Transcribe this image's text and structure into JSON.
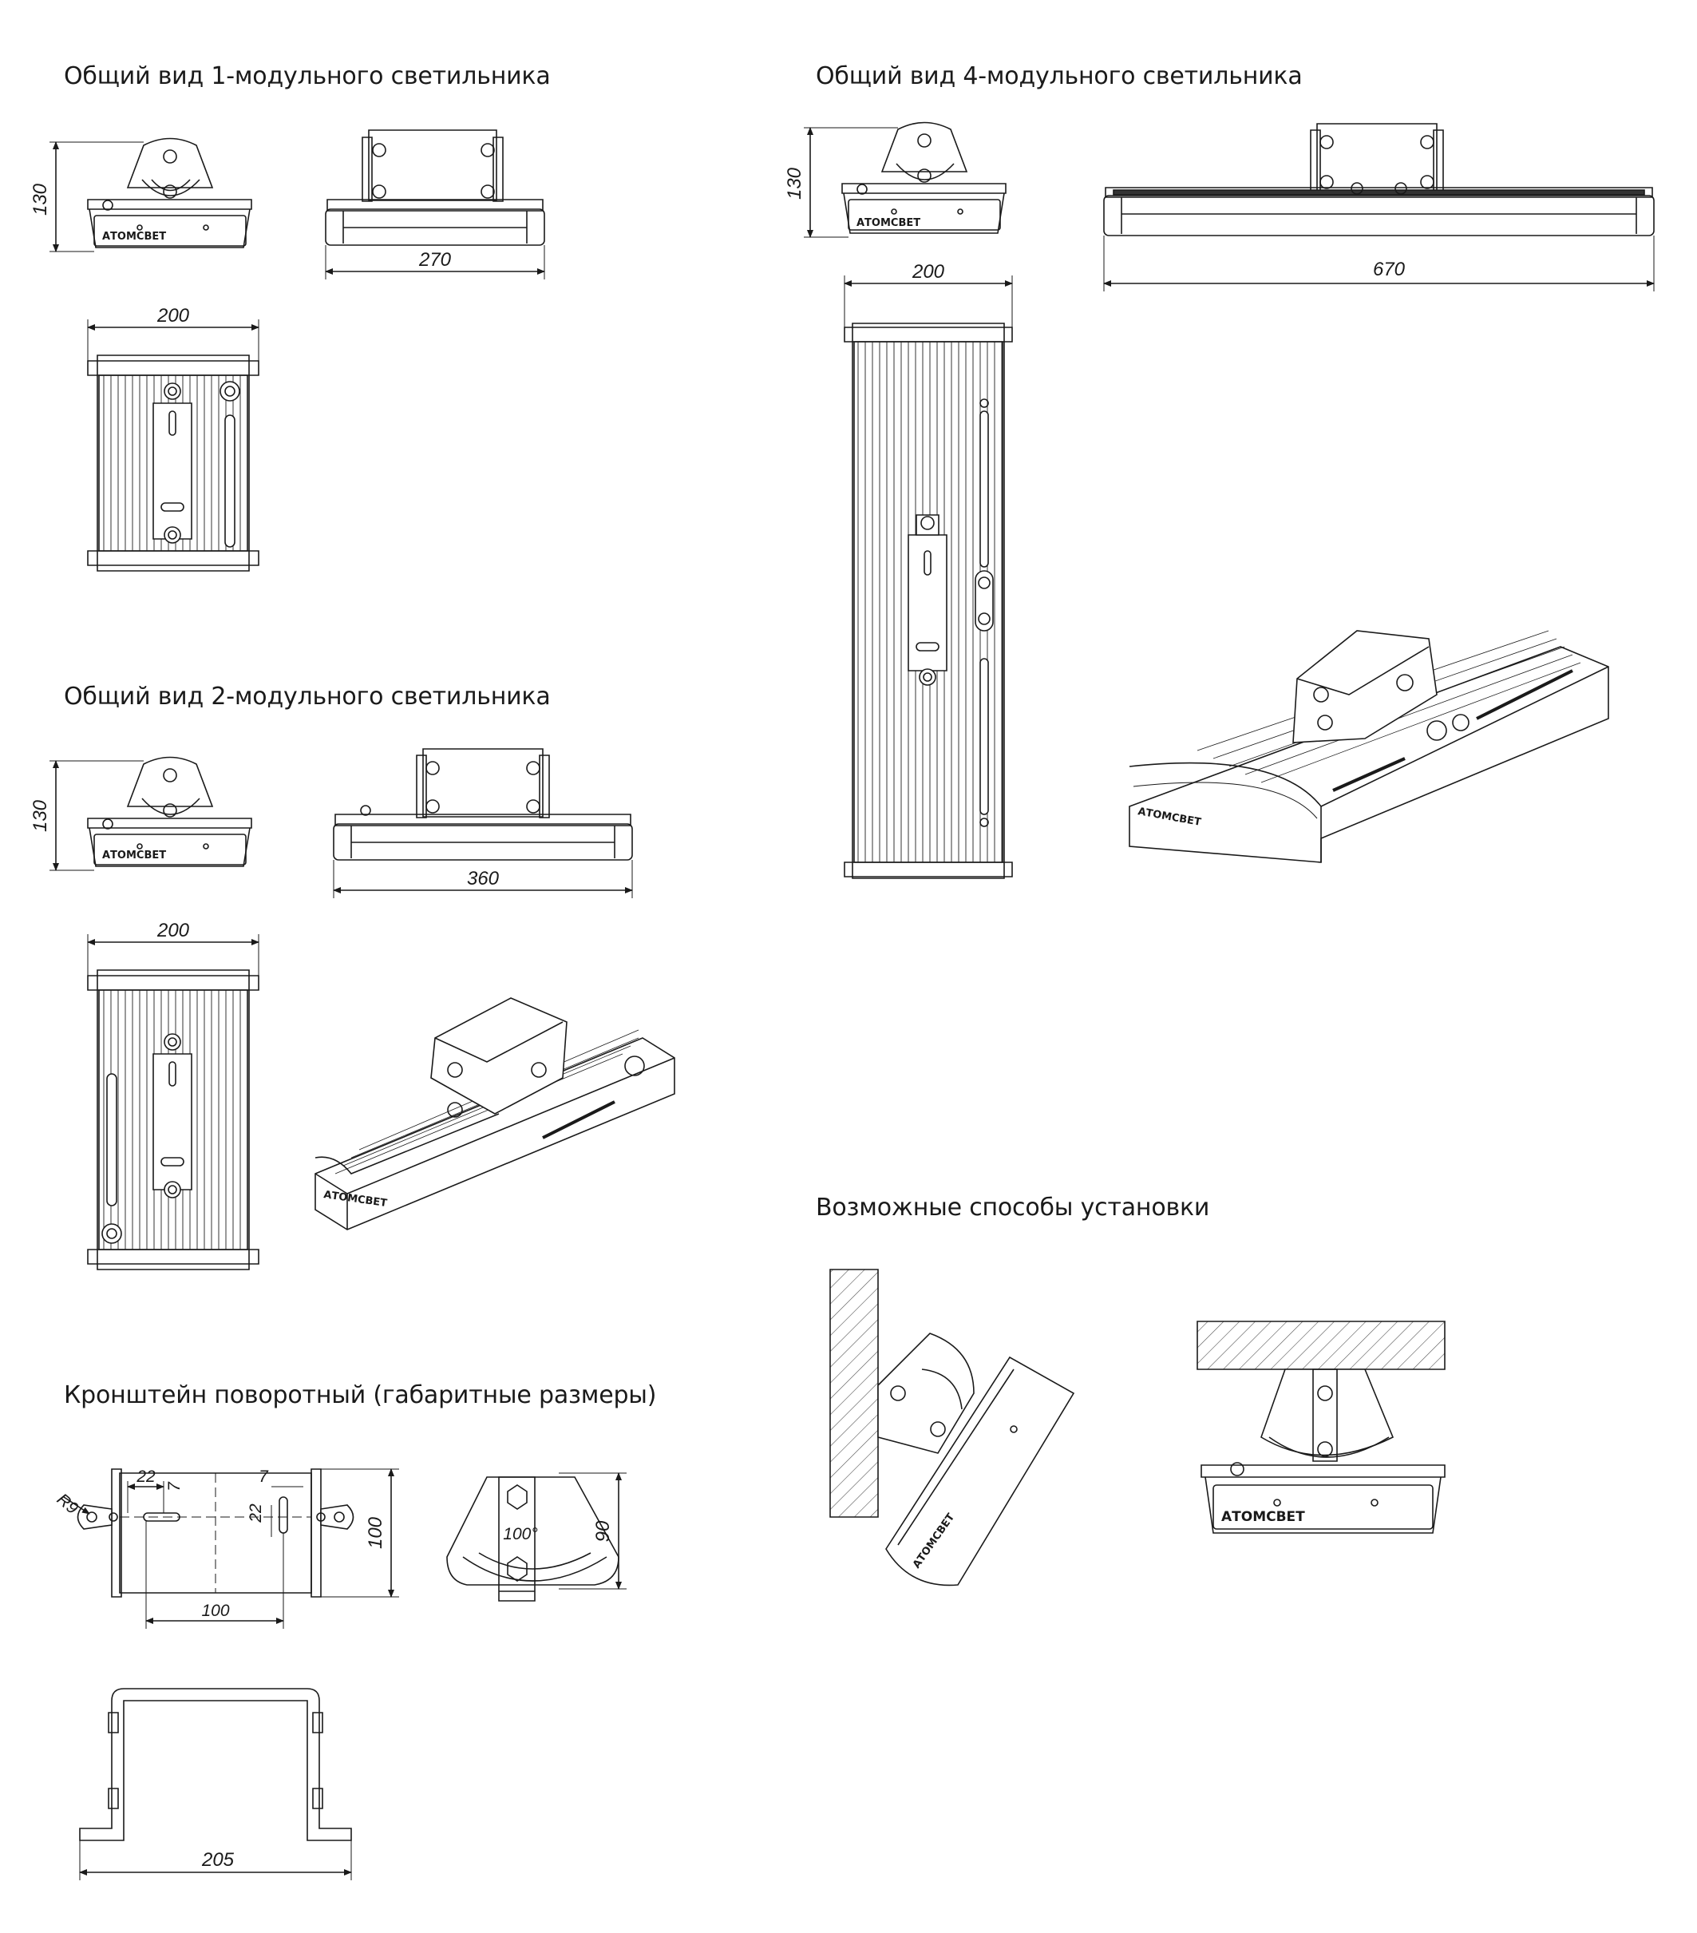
{
  "headings": {
    "one_module": "Общий вид 1-модульного светильника",
    "two_module": "Общий вид 2-модульного светильника",
    "four_module": "Общий вид 4-модульного светильника",
    "bracket": "Кронштейн поворотный (габаритные размеры)",
    "mounting": "Возможные способы установки"
  },
  "dimensions": {
    "m1_height": "130",
    "m1_length": "270",
    "m1_width": "200",
    "m2_height": "130",
    "m2_length": "360",
    "m2_width": "200",
    "m4_height": "130",
    "m4_length": "670",
    "m4_width": "200",
    "br_radius": "R9",
    "br_22a": "22",
    "br_7a": "7",
    "br_7b": "7",
    "br_22b": "22",
    "br_100h": "100",
    "br_100w": "100",
    "br_angle": "100°",
    "br_90": "90",
    "br_205": "205"
  },
  "logo": {
    "brand": "АТОМСВЕТ"
  },
  "colors": {
    "line": "#1a1a1a",
    "hatch": "#555555",
    "background": "#ffffff"
  }
}
